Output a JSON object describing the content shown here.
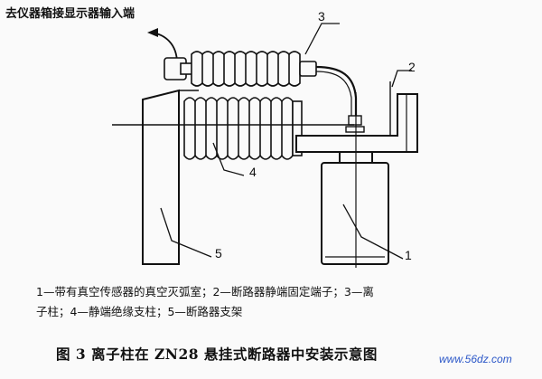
{
  "top_label": "去仪器箱接显示器输入端",
  "callouts": {
    "c1": "1",
    "c2": "2",
    "c3": "3",
    "c4": "4",
    "c5": "5"
  },
  "legend": {
    "line1": "1—带有真空传感器的真空灭弧室；2—断路器静端固定端子；3—离",
    "line2": "子柱；4—静端绝缘支柱；5—断路器支架"
  },
  "caption": "图 3   离子柱在 ZN28 悬挂式断路器中安装示意图",
  "watermark": "www.56dz.com"
}
